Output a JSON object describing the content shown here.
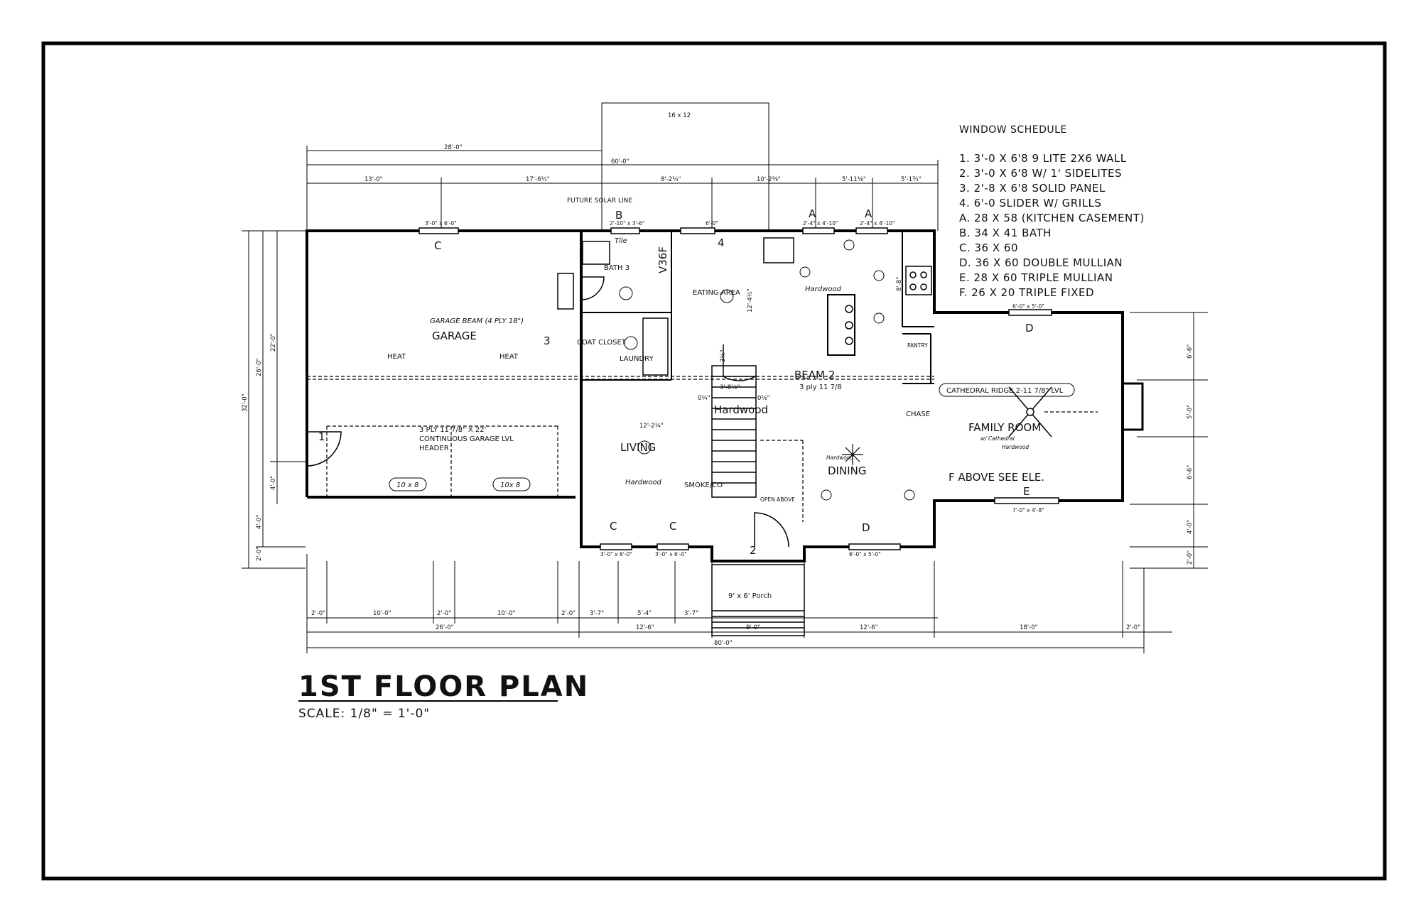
{
  "plan": {
    "title": "1ST FLOOR PLAN",
    "scale": "SCALE: 1/8\" = 1'-0\""
  },
  "window_schedule": {
    "heading": "WINDOW SCHEDULE",
    "items": [
      "1. 3'-0 X 6'8 9 LITE 2X6 WALL",
      "2. 3'-0 X 6'8 W/ 1' SIDELITES",
      "3. 2'-8 X 6'8 SOLID  PANEL",
      "4. 6'-0 SLIDER W/ GRILLS",
      "A. 28 X 58 (KITCHEN CASEMENT)",
      "B. 34 X 41 BATH",
      "C. 36 X 60",
      "D. 36 X 60 DOUBLE MULLIAN",
      "E. 28 X 60 TRIPLE MULLIAN",
      "F. 26 X 20 TRIPLE FIXED"
    ]
  },
  "top_dims": {
    "bumpout": "16 x 12",
    "garage_span": "28'-0\"",
    "overall": "60'-0\"",
    "segments": [
      "13'-0\"",
      "17'-6½\"",
      "8'-2¼\"",
      "10'-2⅜\"",
      "5'-11⅛\"",
      "5'-1¾\""
    ]
  },
  "bottom_dims": {
    "row1": [
      "2'-0\"",
      "10'-0\"",
      "2'-0\"",
      "10'-0\"",
      "2'-0\"",
      "3'-7\"",
      "5'-4\"",
      "3'-7\""
    ],
    "row2": [
      "26'-0\"",
      "12'-6\"",
      "9'-0\"",
      "12'-6\"",
      "18'-0\"",
      "2'-0\""
    ],
    "overall": "80'-0\""
  },
  "left_dims": [
    "32'-0\"",
    "26'-0\"",
    "22'-0\"",
    "4'-0\"",
    "4'-0\"",
    "2'-0\""
  ],
  "right_dims": [
    "6'-6\"",
    "5'-0\"",
    "6'-6\"",
    "4'-0\"",
    "2'-0\""
  ],
  "rooms": {
    "garage": "GARAGE",
    "garage_beam": "GARAGE BEAM  (4 PLY 18\")",
    "heat1": "HEAT",
    "heat2": "HEAT",
    "header_l1": "3 PLY 11 7/8\" X 22'",
    "header_l2": "CONTINUOUS GARAGE LVL",
    "header_l3": "HEADER",
    "door_a": "10 x 8",
    "door_b": "10x 8",
    "bath": "BATH 3",
    "tile": "Tile",
    "v36f": "V36F",
    "coat_closet": "COAT CLOSET",
    "laundry": "LAUNDRY",
    "eating": "EATING AREA",
    "living": "LIVING",
    "dining": "DINING",
    "family": "FAMILY ROOM",
    "family_sub": "w/ Cathedral",
    "hardwood": "Hardwood",
    "hardwood_big": "Hardwood",
    "beam2": "BEAM 2",
    "beam2_sub": "3 ply 11 7/8",
    "cathedral": "CATHEDRAL RIDGE 2-11 7/8\" LVL",
    "pantry": "PANTRY",
    "chase": "CHASE",
    "open_above": "OPEN ABOVE",
    "smoke": "SMOKE/CO",
    "f_above": "F ABOVE SEE ELE.",
    "porch": "9' x 6' Porch",
    "solar": "FUTURE SOLAR LINE",
    "eating_dim": "12'-4½\"",
    "living_dim": "12'-2¼\"",
    "stair_dim": "3'-8⅛\"",
    "stair_a": "0¼\"",
    "stair_b": "0⅛\"",
    "stair_c": "3½\"",
    "range_dim": "8'-8\""
  },
  "window_tags": {
    "c_garage": "C",
    "b_bath": "B",
    "a1": "A",
    "a2": "A",
    "d_family": "D",
    "e_family": "E",
    "c_living1": "C",
    "c_living2": "C",
    "d_dining": "D",
    "door1": "1",
    "door2": "2",
    "door3": "3",
    "door4": "4"
  },
  "window_sizes": {
    "c_garage": "3'-0\" x 6'-0\"",
    "b_bath": "2'-10\" x 3'-6\"",
    "slider": "6'-0\"",
    "a1": "2'-4\" x 4'-10\"",
    "a2": "2'-4\" x 4'-10\"",
    "d_family": "6'-0\" x 5'-0\"",
    "e_family": "7'-0\" x 4'-8\"",
    "c_living1": "3'-0\" x 6'-0\"",
    "c_living2": "3'-0\" x 6'-0\"",
    "d_dining": "6'-0\" x 5'-0\""
  }
}
